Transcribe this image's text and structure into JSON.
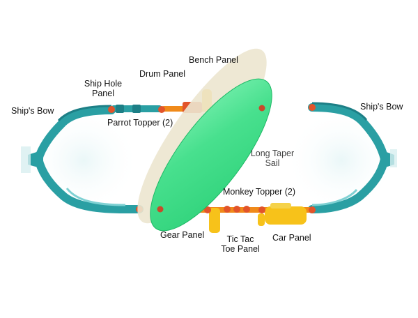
{
  "labels": {
    "ships_bow_left": "Ship's Bow",
    "ship_hole_panel": "Ship Hole\nPanel",
    "drum_panel": "Drum Panel",
    "bench_panel": "Bench Panel",
    "parrot_topper": "Parrot Topper (2)",
    "ships_bow_right": "Ship's Bow",
    "long_taper_sail": "Long Taper\nSail",
    "monkey_topper": "Monkey Topper (2)",
    "gear_panel": "Gear Panel",
    "tic_tac_toe_panel": "Tic Tac\nToe Panel",
    "car_panel": "Car Panel"
  },
  "colors": {
    "teal_rail": "#2a9fa3",
    "teal_dark": "#1d7f86",
    "sail_green": "#3fdc86",
    "sail_green_light": "#7af0b0",
    "sail_back": "#ece6cf",
    "post_orange": "#e2542a",
    "panel_yellow": "#f7c21a",
    "panel_orange": "#f08a1a",
    "sky_tint": "#e6f6f7"
  }
}
